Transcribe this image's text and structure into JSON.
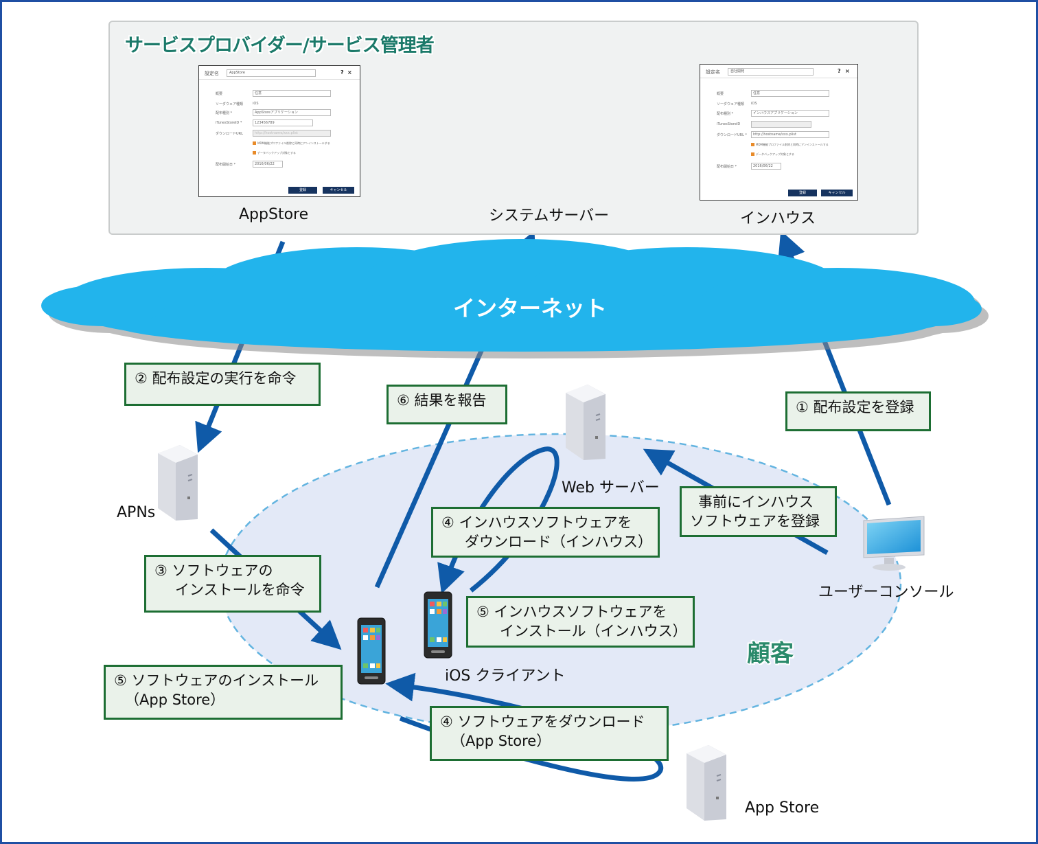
{
  "provider": {
    "title": "サービスプロバイダー/サービス管理者",
    "appstore_label": "AppStore",
    "system_server_label": "システムサーバー",
    "inhouse_label": "インハウス"
  },
  "dialog_appstore": {
    "header": "設定名",
    "name_value": "AppStore",
    "help": "?",
    "close": "×",
    "rows": {
      "overview_label": "概要",
      "overview_value": "任意",
      "type_label": "ソーダウェア種類",
      "type_value": "iOS",
      "dist_label": "配布種別 *",
      "dist_value": "AppStoreアプリケーション",
      "itunes_label": "iTunesStoreID *",
      "itunes_value": "123456789",
      "url_label": "ダウンロードURL",
      "url_value": "http://hostname/xxx.plist",
      "check1": "MDM機能プロファイル削除と同時にアンインストールする",
      "check2": "データバックアップ対象とする",
      "date_label": "配布開始日 *",
      "date_value": "2016/06/22"
    },
    "ok": "登録",
    "cancel": "キャンセル"
  },
  "dialog_inhouse": {
    "header": "設定名",
    "name_value": "自社開発",
    "help": "?",
    "close": "×",
    "rows": {
      "overview_label": "概要",
      "overview_value": "任意",
      "type_label": "ソーダウェア種類",
      "type_value": "iOS",
      "dist_label": "配布種別 *",
      "dist_value": "インハウスアプリケーション",
      "itunes_label": "iTunesStoreID",
      "itunes_value": "",
      "url_label": "ダウンロードURL *",
      "url_value": "http://hostname/xxx.plist",
      "check1": "MDM機能プロファイル削除と同時にアンインストールする",
      "check2": "データバックアップ対象とする",
      "date_label": "配布開始日 *",
      "date_value": "2016/06/22"
    },
    "ok": "登録",
    "cancel": "キャンセル"
  },
  "internet_label": "インターネット",
  "steps": {
    "s2": "② 配布設定の実行を命令",
    "s6": "⑥ 結果を報告",
    "s1": "① 配布設定を登録",
    "pre": [
      "事前にインハウス",
      "ソフトウェアを登録"
    ],
    "s4in": [
      "④ インハウスソフトウェアを",
      "ダウンロード（インハウス）"
    ],
    "s3": [
      "③ ソフトウェアの",
      "インストールを命令"
    ],
    "s5in": [
      "⑤ インハウスソフトウェアを",
      "インストール（インハウス）"
    ],
    "s5as": [
      "⑤ ソフトウェアのインストール",
      "（App Store）"
    ],
    "s4as": [
      "④ ソフトウェアをダウンロード",
      "（App Store）"
    ]
  },
  "nodes": {
    "apns": "APNs",
    "web_server": "Web サーバー",
    "user_console": "ユーザーコンソール",
    "ios_client": "iOS クライアント",
    "app_store": "App Store",
    "customer": "顧客"
  },
  "colors": {
    "arrow": "#0f5aa8",
    "cloud": "#22b4ec",
    "customer_fill": "#e3e9f7",
    "customer_stroke": "#63b4e0",
    "step_border": "#1d6e33",
    "step_fill": "#eaf2ea",
    "title_green": "#1c7a6a",
    "frame": "#1f4fa3"
  }
}
